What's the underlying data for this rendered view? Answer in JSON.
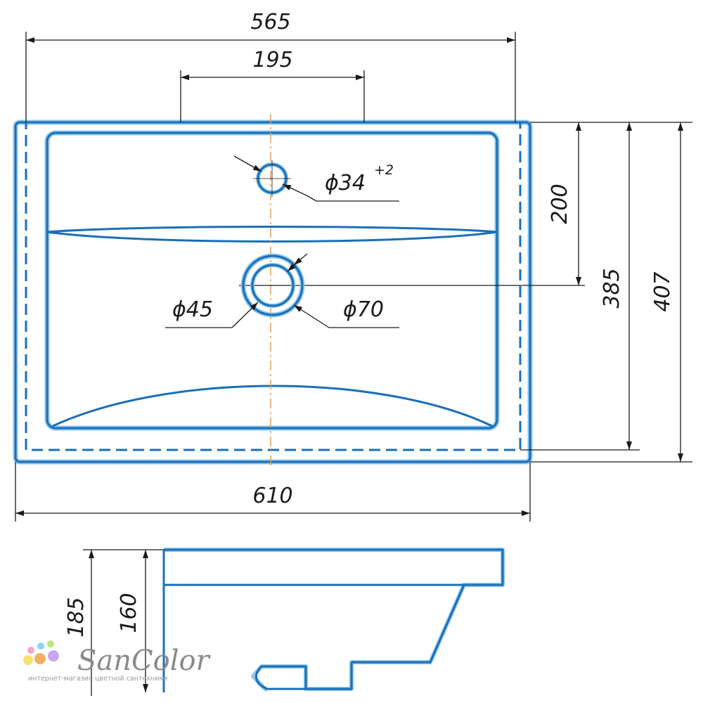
{
  "dimensions": {
    "top_width": "565",
    "faucet_spacing": "195",
    "total_width": "610",
    "hole_dia": "ϕ34",
    "hole_tol": "+2",
    "drain_inner": "ϕ45",
    "drain_outer": "ϕ70",
    "hole_offset": "200",
    "drain_offset": "385",
    "total_depth": "407",
    "height_total": "185",
    "height_bowl": "160"
  },
  "brand": {
    "name": "SanColor",
    "tagline": "интернет-магазин цветной сантехники"
  },
  "colors": {
    "outline": "#1a6fb8",
    "outline_glow": "#8fc6ec",
    "dimension_line": "#1a1a1a",
    "centerline": "#e0a25a",
    "logo_dots": [
      "#f2a6d6",
      "#8fd3f4",
      "#b9e67a",
      "#f6e36a",
      "#f4b05c",
      "#c9a7f0"
    ]
  }
}
